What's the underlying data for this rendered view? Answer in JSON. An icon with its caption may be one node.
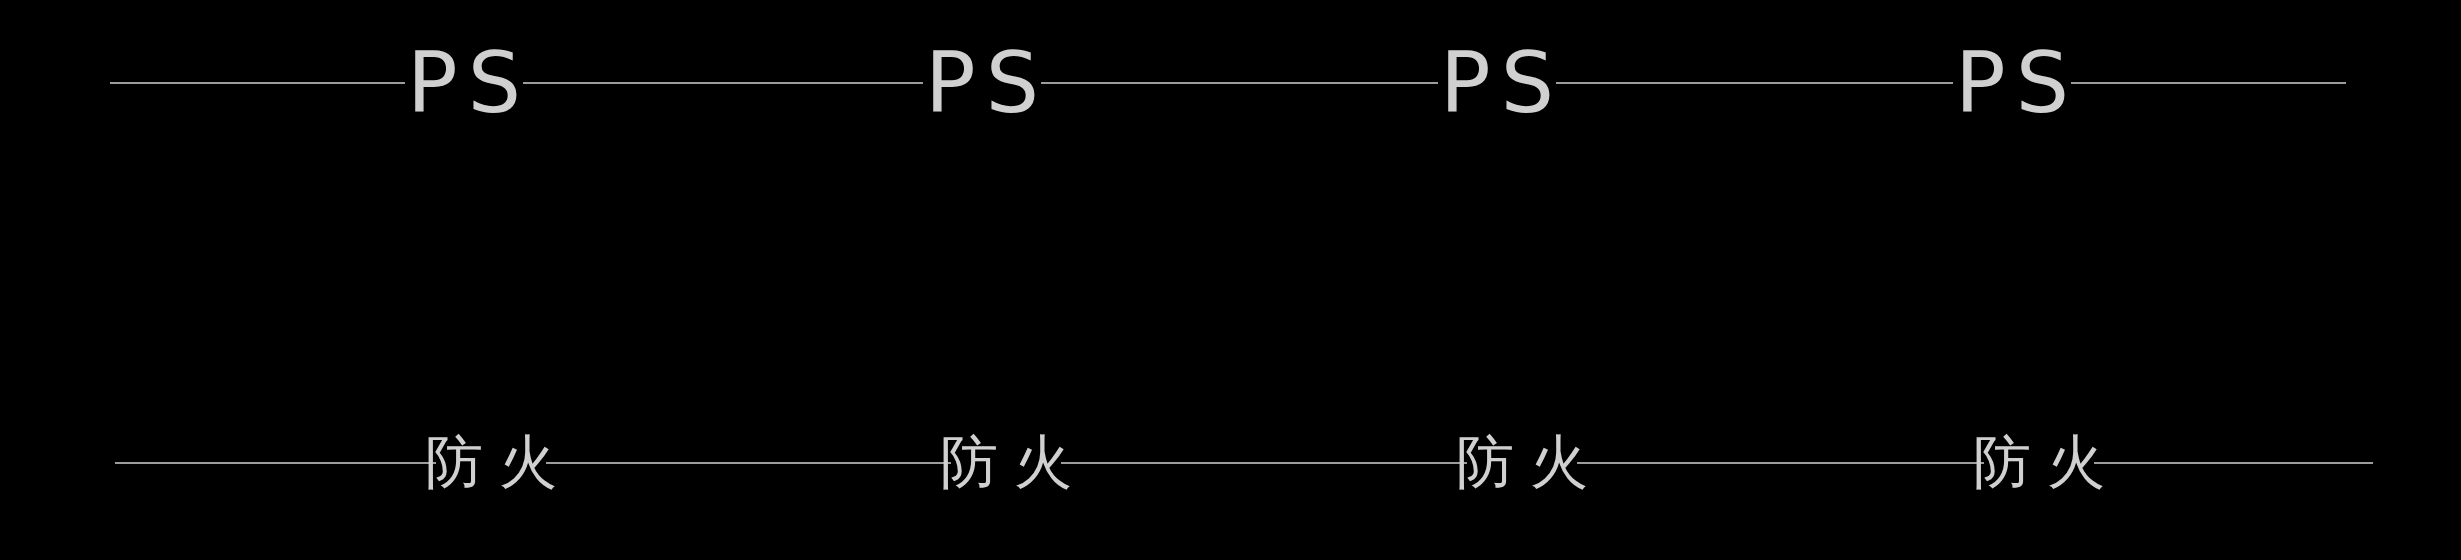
{
  "diagram": {
    "nodes": [
      {
        "text": [
          "PS"
        ]
      },
      {
        "text": [
          "PS"
        ]
      },
      {
        "text": [
          "PS"
        ]
      },
      {
        "text": [
          "PS"
        ]
      },
      {
        "text": [
          "防火"
        ]
      },
      {
        "text": [
          "防火"
        ]
      },
      {
        "text": [
          "防火"
        ]
      },
      {
        "text": [
          "防火"
        ]
      }
    ],
    "edges": [
      {
        "from": null,
        "to": 0,
        "arrow": "none"
      },
      {
        "from": 0,
        "to": 1,
        "arrow": "none"
      },
      {
        "from": 1,
        "to": 2,
        "arrow": "none"
      },
      {
        "from": 2,
        "to": 3,
        "arrow": "none"
      },
      {
        "from": 3,
        "to": null,
        "arrow": "none"
      },
      {
        "from": null,
        "to": 4,
        "arrow": "none"
      },
      {
        "from": 4,
        "to": 5,
        "arrow": "none"
      },
      {
        "from": 5,
        "to": 6,
        "arrow": "none"
      },
      {
        "from": 6,
        "to": 7,
        "arrow": "none"
      },
      {
        "from": 7,
        "to": null,
        "arrow": "none"
      }
    ]
  }
}
